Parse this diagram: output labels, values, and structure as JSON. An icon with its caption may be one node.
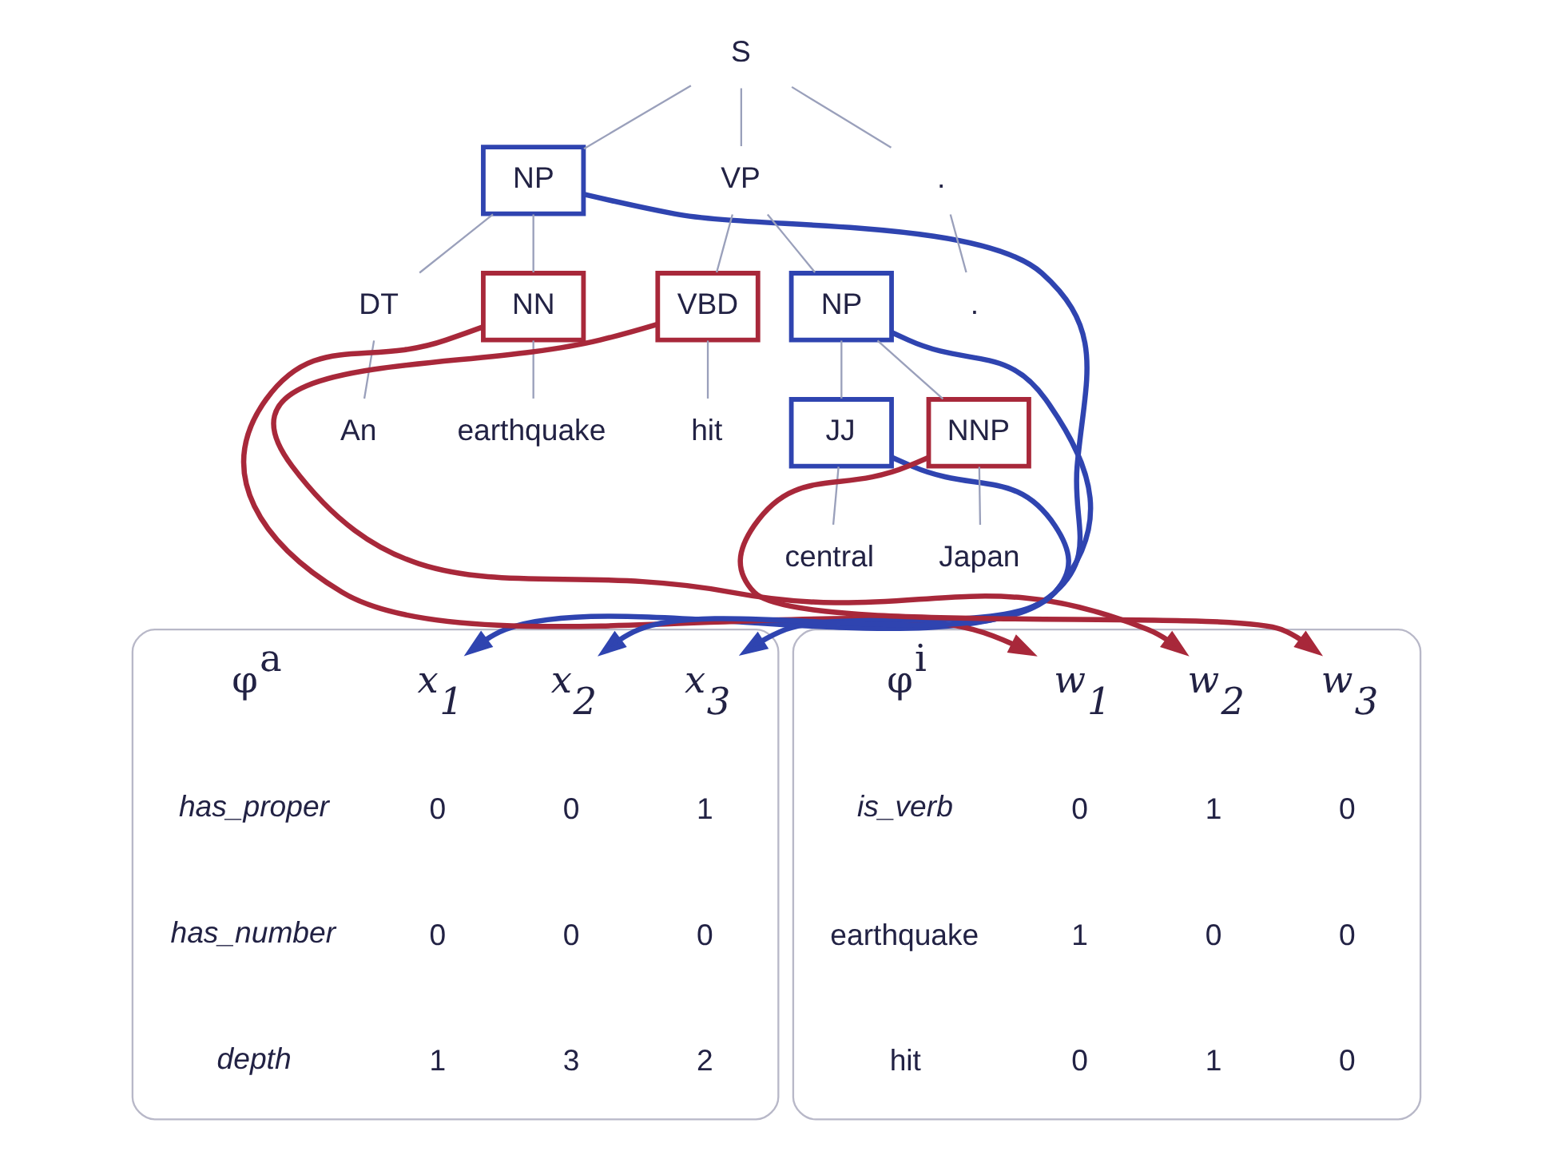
{
  "diagram": {
    "nodes": [
      {
        "text": [
          "S"
        ]
      },
      {
        "text": [
          "NP"
        ]
      },
      {
        "text": [
          "VP"
        ]
      },
      {
        "text": [
          "."
        ]
      },
      {
        "text": [
          "DT"
        ]
      },
      {
        "text": [
          "NN"
        ]
      },
      {
        "text": [
          "VBD"
        ]
      },
      {
        "text": [
          "NP"
        ]
      },
      {
        "text": [
          "."
        ]
      },
      {
        "text": [
          "An"
        ]
      },
      {
        "text": [
          "earthquake"
        ]
      },
      {
        "text": [
          "hit"
        ]
      },
      {
        "text": [
          "JJ"
        ]
      },
      {
        "text": [
          "NNP"
        ]
      },
      {
        "text": [
          "central"
        ]
      },
      {
        "text": [
          "Japan"
        ]
      },
      {
        "text": [],
        "shape": "box"
      },
      {
        "text": [
          "w$_{1}$"
        ],
        "in": 16
      },
      {
        "text": [
          "w$_{2}$"
        ],
        "in": 16
      },
      {
        "text": [
          "w$_{3}$"
        ],
        "in": 16
      },
      {
        "text": [],
        "shape": "box"
      },
      {
        "text": [
          "x$_{1}$"
        ],
        "in": 20
      },
      {
        "text": [
          "x$_{2}$"
        ],
        "in": 20
      },
      {
        "text": [
          "x$_{3}$"
        ],
        "in": 20
      }
    ],
    "edges": [
      {
        "from": 0,
        "to": 1,
        "arrow": "none"
      },
      {
        "from": 0,
        "to": 2,
        "arrow": "none"
      },
      {
        "from": 0,
        "to": 3,
        "arrow": "none"
      },
      {
        "from": 1,
        "to": 4,
        "arrow": "none"
      },
      {
        "from": 1,
        "to": 5,
        "arrow": "none"
      },
      {
        "from": 2,
        "to": 6,
        "arrow": "none"
      },
      {
        "from": 2,
        "to": 7,
        "arrow": "none"
      },
      {
        "from": 3,
        "to": 8,
        "arrow": "none"
      },
      {
        "from": 4,
        "to": 9,
        "arrow": "none"
      },
      {
        "from": 5,
        "to": 10,
        "arrow": "none"
      },
      {
        "from": 6,
        "to": 11,
        "arrow": "none"
      },
      {
        "from": 7,
        "to": 12,
        "arrow": "none"
      },
      {
        "from": 7,
        "to": 13,
        "arrow": "none"
      },
      {
        "from": 12,
        "to": 14,
        "arrow": "none"
      },
      {
        "from": 13,
        "to": 15,
        "arrow": "none"
      },
      {
        "from": 5,
        "to": 17,
        "arrow": "to",
        "style": "thick",
        "color": "#a8283a"
      },
      {
        "from": 6,
        "to": 18,
        "arrow": "to",
        "style": "thick",
        "color": "#a8283a"
      },
      {
        "from": 13,
        "to": 19,
        "arrow": "to",
        "style": "thick",
        "color": "#a8283a"
      },
      {
        "from": 1,
        "to": 21,
        "arrow": "to",
        "style": "thick",
        "color": "#2f44b0"
      },
      {
        "from": 12,
        "to": 22,
        "arrow": "to",
        "style": "thick",
        "color": "#2f44b0"
      },
      {
        "from": 7,
        "to": 23,
        "arrow": "to",
        "style": "thick",
        "color": "#2f44b0"
      }
    ],
    "labels": [
      "φ$^{i}$",
      "is_verb",
      "0",
      "1",
      "0",
      "earthquake",
      "1",
      "0",
      "0",
      "hit",
      "0",
      "1",
      "0",
      "φ$^{a}$",
      "has_proper",
      "0",
      "0",
      "1",
      "has_number",
      "0",
      "0",
      "0",
      "depth",
      "1",
      "3",
      "2"
    ]
  }
}
